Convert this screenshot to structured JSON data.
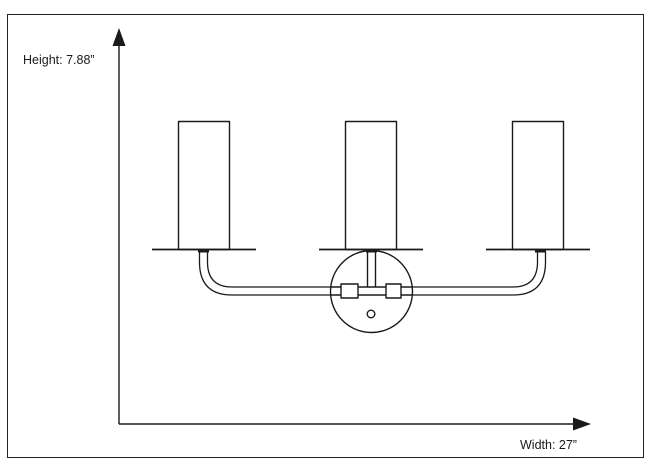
{
  "dimensions": {
    "height_label": "Height: 7.88”",
    "width_label": "Width: 27”"
  },
  "fixture": {
    "lamp_count": 3,
    "line_color": "#1a1a1a",
    "fill_color": "#ffffff"
  }
}
